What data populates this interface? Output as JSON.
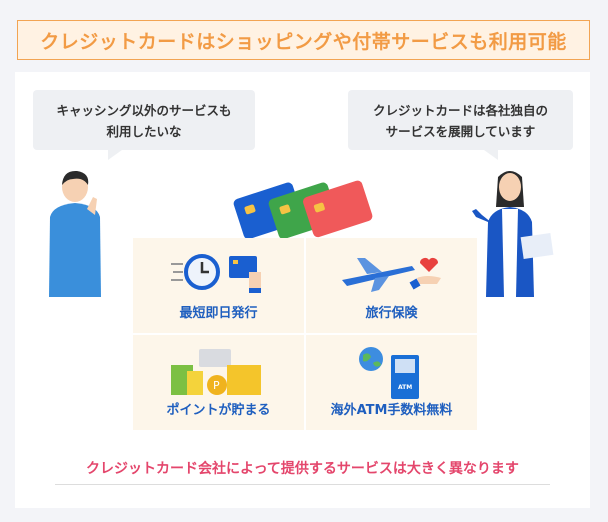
{
  "title": "クレジットカードはショッピングや付帯サービスも利用可能",
  "bubbles": {
    "left": [
      "キャッシング以外のサービスも",
      "利用したいな"
    ],
    "right": [
      "クレジットカードは各社独自の",
      "サービスを展開しています"
    ]
  },
  "features": [
    {
      "label": "最短即日発行",
      "icon": "clock-card-icon"
    },
    {
      "label": "旅行保険",
      "icon": "airplane-heart-icon"
    },
    {
      "label": "ポイントが貯まる",
      "icon": "shopping-coins-icon"
    },
    {
      "label": "海外ATM手数料無料",
      "icon": "globe-atm-icon"
    }
  ],
  "note": "クレジットカード会社によって提供するサービスは大きく異なります",
  "atm_label": "ATM",
  "colors": {
    "title": "#f29b45",
    "accent": "#1f5fbf",
    "note": "#e4466c"
  }
}
